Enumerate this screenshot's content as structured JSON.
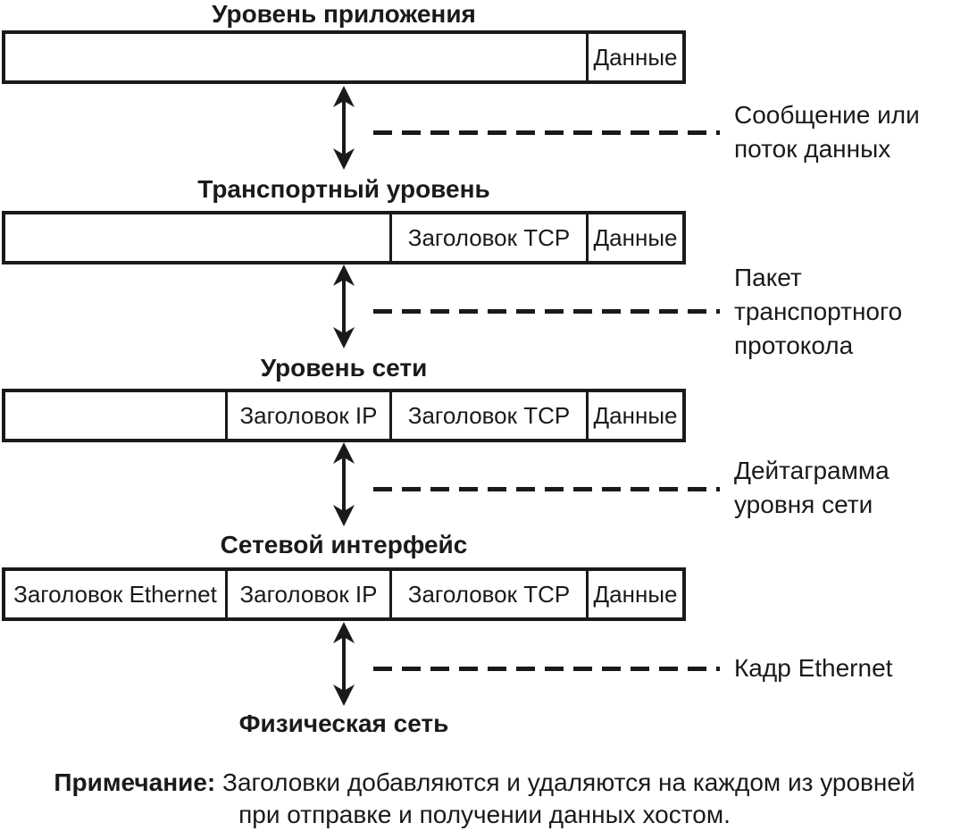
{
  "colors": {
    "ink": "#1a1a1a",
    "background": "#ffffff"
  },
  "titles": {
    "application": "Уровень приложения",
    "transport": "Транспортный уровень",
    "network": "Уровень сети",
    "interface": "Сетевой интерфейс",
    "physical": "Физическая сеть"
  },
  "cells": {
    "data": "Данные",
    "tcp": "Заголовок TCP",
    "ip": "Заголовок IP",
    "ethernet": "Заголовок Ethernet"
  },
  "side_labels": {
    "message": {
      "line1": "Сообщение или",
      "line2": "поток данных"
    },
    "packet": {
      "line1": "Пакет",
      "line2": "транспортного",
      "line3": "протокола"
    },
    "datagram": {
      "line1": "Дейтаграмма",
      "line2": "уровня сети"
    },
    "frame": {
      "line1": "Кадр Ethernet"
    }
  },
  "note": {
    "label": "Примечание:",
    "line1": "Заголовки добавляются и удаляются на каждом из уровней",
    "line2": "при отправке и получении данных хостом."
  }
}
